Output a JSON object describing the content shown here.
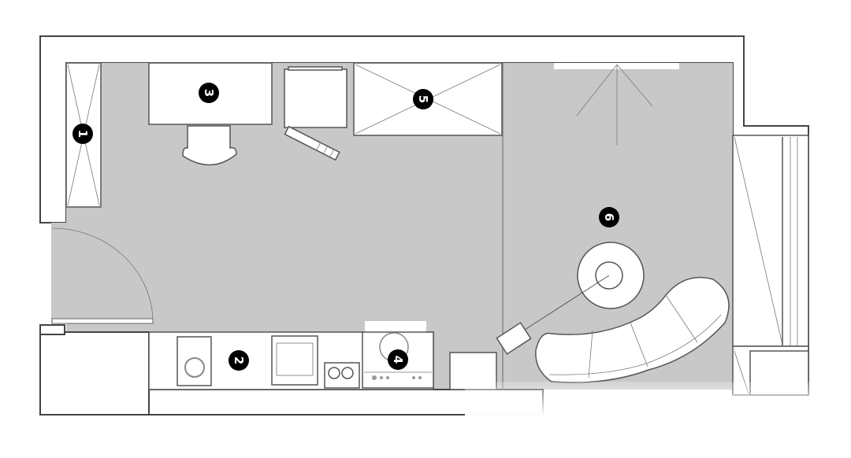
{
  "labels": {
    "one": "1",
    "two": "2",
    "three": "3",
    "four": "4",
    "five": "5",
    "six": "6"
  },
  "colors": {
    "floor": "#c8c8c8",
    "wall": "#ffffff",
    "line": "#444444",
    "marker": "#000000"
  }
}
